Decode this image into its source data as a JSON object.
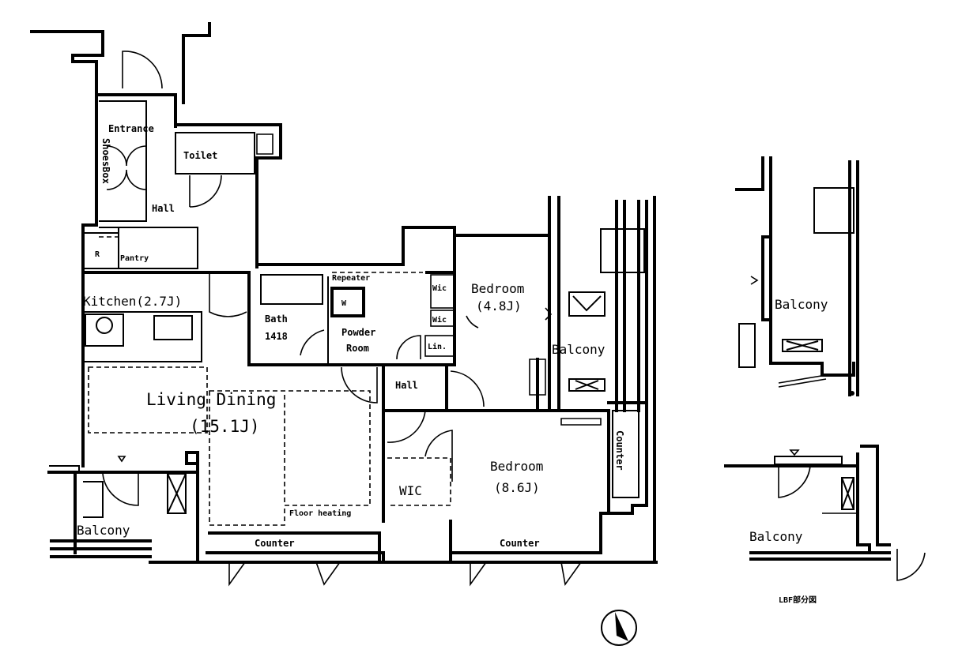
{
  "labels": {
    "entrance": "Entrance",
    "shoe_box": "ShoesBox",
    "toilet": "Toilet",
    "hall_top": "Hall",
    "pantry": "Pantry",
    "refrigerator": "R",
    "kitchen": "Kitchen(2.7J)",
    "bath": "Bath",
    "bath_size": "1418",
    "powder_room_1": "Powder",
    "powder_room_2": "Room",
    "washer": "W",
    "repeater": "Repeater",
    "wic_top": "Wic",
    "wic_mid": "Wic",
    "linen": "Lin.",
    "bedroom_small": "Bedroom",
    "bedroom_small_size": "(4.8J)",
    "balcony_east": "Balcony",
    "hall_center": "Hall",
    "living_dining": "Living Dining",
    "living_dining_size": "(15.1J)",
    "floor_heating": "Floor heating",
    "wic_lower": "WIC",
    "bedroom_large": "Bedroom",
    "bedroom_large_size": "(8.6J)",
    "counter_east": "Counter",
    "balcony_west": "Balcony",
    "counter_living": "Counter",
    "counter_bedroom": "Counter",
    "balcony_inset_top": "Balcony",
    "balcony_inset_bottom": "Balcony",
    "inset_caption": "LBF部分図"
  },
  "compass": "north-arrow"
}
